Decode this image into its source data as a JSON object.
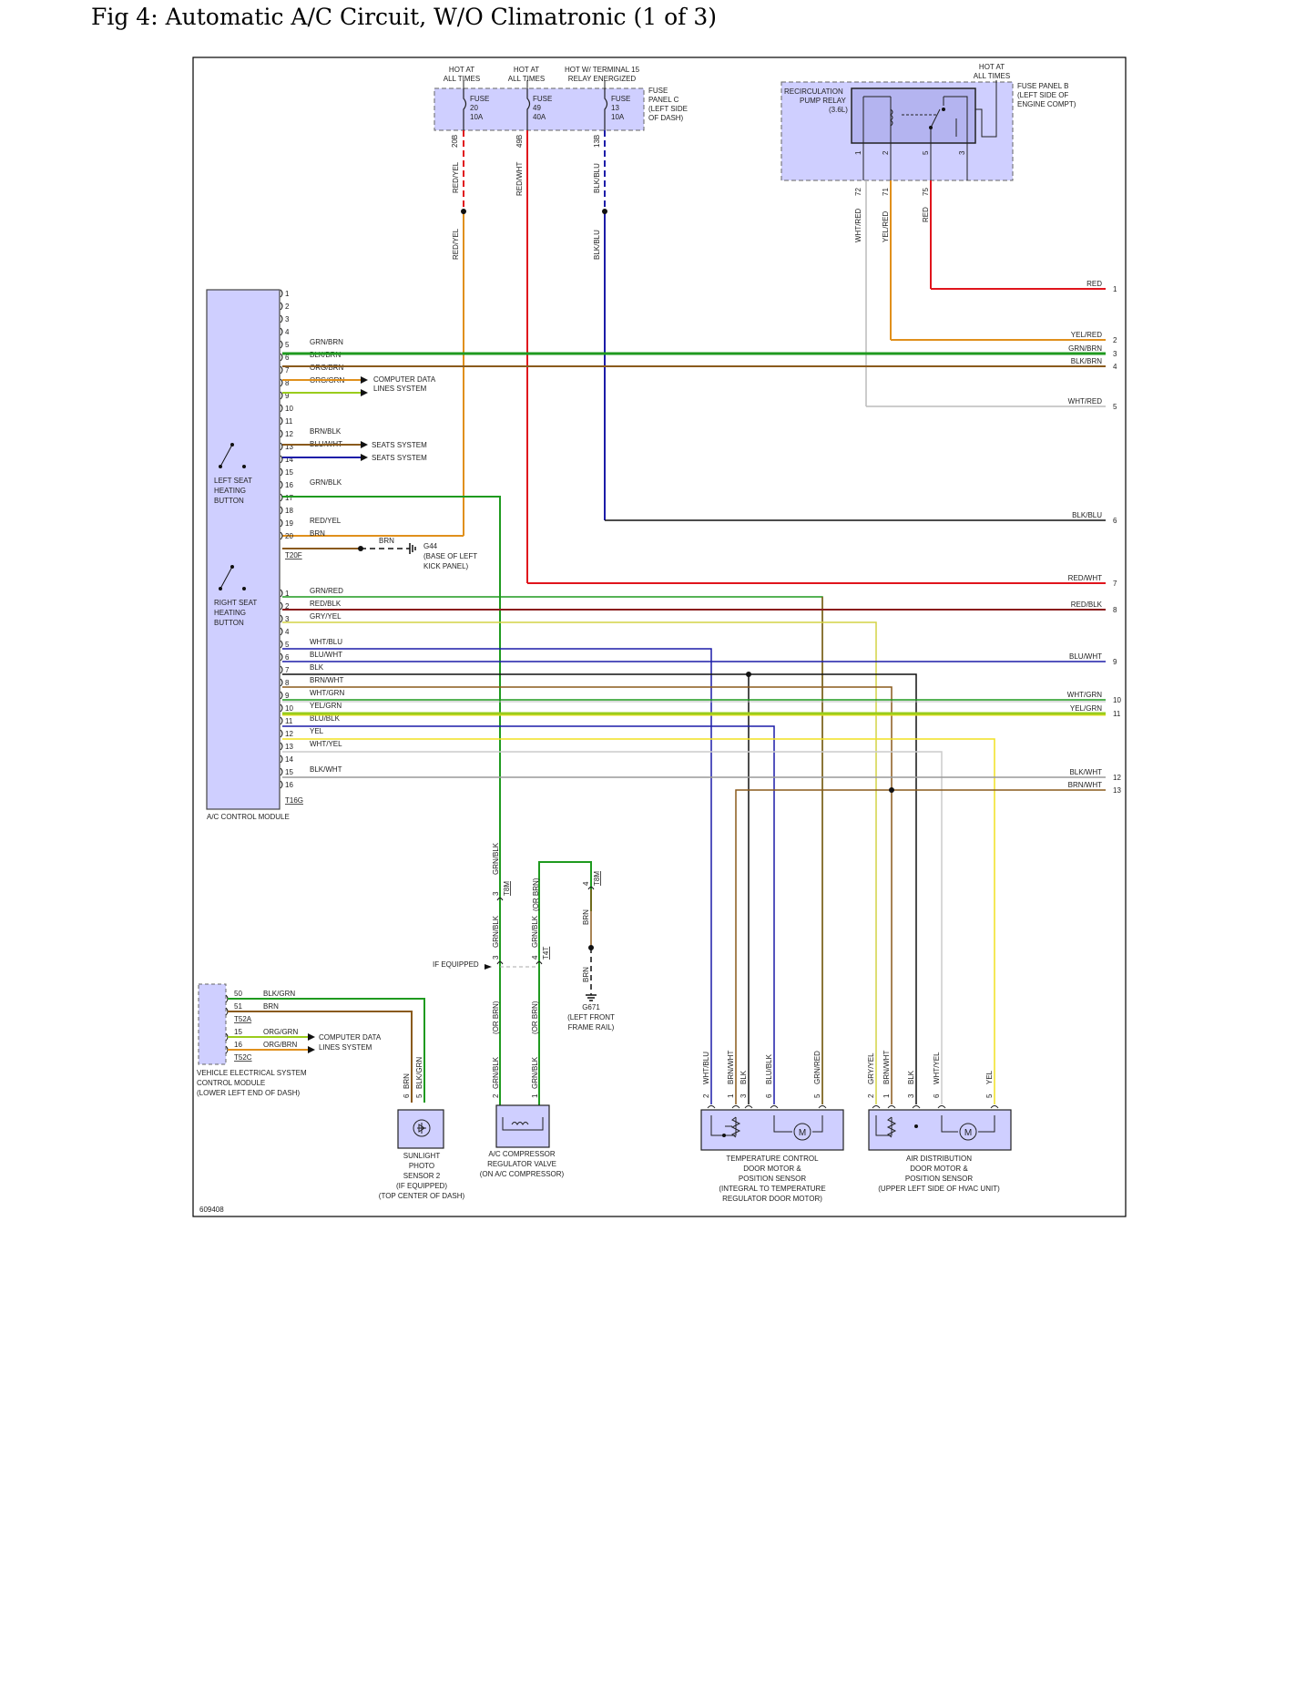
{
  "title": "Fig 4: Automatic A/C Circuit, W/O Climatronic (1 of 3)",
  "diagram_id": "609408",
  "colors": {
    "box_fill": "#cfcfff",
    "red": "#e0141c",
    "green": "#1f9a1f",
    "blue": "#1c1ca8",
    "orange": "#e0901c",
    "brown": "#8a5a1c",
    "yellow": "#f0e020",
    "yellowgreen": "#9acc1c",
    "gray": "#999999",
    "black": "#111111"
  },
  "fuse_panel_c": {
    "hot1": [
      "HOT AT",
      "ALL TIMES"
    ],
    "hot2": [
      "HOT AT",
      "ALL TIMES"
    ],
    "hot3": [
      "HOT W/ TERMINAL 15",
      "RELAY ENERGIZED"
    ],
    "fuses": [
      {
        "lines": [
          "FUSE",
          "20",
          "10A"
        ],
        "pin": "20B",
        "wire": "RED/YEL"
      },
      {
        "lines": [
          "FUSE",
          "49",
          "40A"
        ],
        "pin": "49B",
        "wire": "RED/WHT"
      },
      {
        "lines": [
          "FUSE",
          "13",
          "10A"
        ],
        "pin": "13B",
        "wire": "BLK/BLU"
      }
    ],
    "label": [
      "FUSE",
      "PANEL C",
      "(LEFT SIDE",
      "OF DASH)"
    ]
  },
  "fuse_panel_b": {
    "hot": [
      "HOT AT",
      "ALL TIMES"
    ],
    "relay": [
      "RECIRCULATION",
      "PUMP RELAY",
      "(3.6L)"
    ],
    "label": [
      "FUSE PANEL B",
      "(LEFT SIDE OF",
      "ENGINE COMPT)"
    ],
    "pins": [
      "1",
      "2",
      "5",
      "3"
    ],
    "conn": [
      "72",
      "71",
      "75"
    ],
    "wires": [
      "WHT/RED",
      "YEL/RED",
      "RED"
    ]
  },
  "offpage_upper": [
    {
      "n": "1",
      "wire": "RED"
    },
    {
      "n": "2",
      "wire": "YEL/RED"
    },
    {
      "n": "3",
      "wire": "GRN/BRN"
    },
    {
      "n": "4",
      "wire": "BLK/BRN"
    },
    {
      "n": "5",
      "wire": "WHT/RED"
    },
    {
      "n": "6",
      "wire": "BLK/BLU"
    },
    {
      "n": "7",
      "wire": "RED/WHT"
    },
    {
      "n": "8",
      "wire": "RED/BLK"
    },
    {
      "n": "9",
      "wire": "BLU/WHT"
    },
    {
      "n": "10",
      "wire": "WHT/GRN"
    },
    {
      "n": "11",
      "wire": "YEL/GRN"
    },
    {
      "n": "12",
      "wire": "BLK/WHT"
    },
    {
      "n": "13",
      "wire": "BRN/WHT"
    }
  ],
  "ac_module": {
    "label": "A/C CONTROL MODULE",
    "left_button": [
      "LEFT SEAT",
      "HEATING",
      "BUTTON"
    ],
    "right_button": [
      "RIGHT SEAT",
      "HEATING",
      "BUTTON"
    ],
    "conn_t20f": "T20F",
    "conn_t16g": "T16G",
    "t20f_pins": [
      {
        "n": "1",
        "wire": ""
      },
      {
        "n": "2",
        "wire": ""
      },
      {
        "n": "3",
        "wire": ""
      },
      {
        "n": "4",
        "wire": ""
      },
      {
        "n": "5",
        "wire": "GRN/BRN"
      },
      {
        "n": "6",
        "wire": "BLK/BRN"
      },
      {
        "n": "7",
        "wire": "ORG/BRN"
      },
      {
        "n": "8",
        "wire": "ORG/GRN"
      },
      {
        "n": "9",
        "wire": ""
      },
      {
        "n": "10",
        "wire": ""
      },
      {
        "n": "11",
        "wire": ""
      },
      {
        "n": "12",
        "wire": "BRN/BLK"
      },
      {
        "n": "13",
        "wire": "BLU/WHT"
      },
      {
        "n": "14",
        "wire": ""
      },
      {
        "n": "15",
        "wire": ""
      },
      {
        "n": "16",
        "wire": "GRN/BLK"
      },
      {
        "n": "17",
        "wire": ""
      },
      {
        "n": "18",
        "wire": ""
      },
      {
        "n": "19",
        "wire": "RED/YEL"
      },
      {
        "n": "20",
        "wire": "BRN"
      }
    ],
    "t16g_pins": [
      {
        "n": "1",
        "wire": "GRN/RED"
      },
      {
        "n": "2",
        "wire": "RED/BLK"
      },
      {
        "n": "3",
        "wire": "GRY/YEL"
      },
      {
        "n": "4",
        "wire": ""
      },
      {
        "n": "5",
        "wire": "WHT/BLU"
      },
      {
        "n": "6",
        "wire": "BLU/WHT"
      },
      {
        "n": "7",
        "wire": "BLK"
      },
      {
        "n": "8",
        "wire": "BRN/WHT"
      },
      {
        "n": "9",
        "wire": "WHT/GRN"
      },
      {
        "n": "10",
        "wire": "YEL/GRN"
      },
      {
        "n": "11",
        "wire": "BLU/BLK"
      },
      {
        "n": "12",
        "wire": "YEL"
      },
      {
        "n": "13",
        "wire": "WHT/YEL"
      },
      {
        "n": "14",
        "wire": ""
      },
      {
        "n": "15",
        "wire": "BLK/WHT"
      },
      {
        "n": "16",
        "wire": ""
      }
    ],
    "computer_data": [
      "COMPUTER DATA",
      "LINES SYSTEM"
    ],
    "seats1": "SEATS SYSTEM",
    "seats2": "SEATS SYSTEM"
  },
  "ground_g44": {
    "wire": "BRN",
    "label": [
      "G44",
      "(BASE OF LEFT",
      "KICK PANEL)"
    ]
  },
  "ground_g671": {
    "wire": "BRN",
    "label": [
      "G671",
      "(LEFT FRONT",
      "FRAME RAIL)"
    ]
  },
  "mid_connectors": {
    "t8m": "T8M",
    "t4t": "T4T",
    "pin3": "3",
    "pin4": "4",
    "grnblk": "GRN/BLK",
    "or_brn": "(OR BRN)",
    "brn": "BRN",
    "if_equipped": "IF EQUIPPED"
  },
  "vescm": {
    "pins": [
      {
        "n": "50",
        "wire": "BLK/GRN"
      },
      {
        "n": "51",
        "wire": "BRN"
      },
      {
        "n": "15",
        "wire": "ORG/GRN"
      },
      {
        "n": "16",
        "wire": "ORG/BRN"
      }
    ],
    "conn1": "T52A",
    "conn2": "T52C",
    "computer_data": [
      "COMPUTER DATA",
      "LINES SYSTEM"
    ],
    "label": [
      "VEHICLE ELECTRICAL SYSTEM",
      "CONTROL MODULE",
      "(LOWER LEFT END OF DASH)"
    ]
  },
  "sunlight_sensor": {
    "label": [
      "SUNLIGHT",
      "PHOTO",
      "SENSOR 2",
      "(IF EQUIPPED)",
      "(TOP CENTER OF DASH)"
    ],
    "pins": [
      {
        "n": "6",
        "wire": "BRN"
      },
      {
        "n": "5",
        "wire": "BLK/GRN"
      }
    ]
  },
  "compressor_valve": {
    "label": [
      "A/C COMPRESSOR",
      "REGULATOR VALVE",
      "(ON A/C COMPRESSOR)"
    ],
    "pins": [
      {
        "n": "2",
        "wire": "GRN/BLK"
      },
      {
        "n": "1",
        "wire": "GRN/BLK"
      }
    ]
  },
  "temp_motor": {
    "label": [
      "TEMPERATURE CONTROL",
      "DOOR MOTOR &",
      "POSITION SENSOR",
      "(INTEGRAL TO TEMPERATURE",
      "REGULATOR DOOR MOTOR)"
    ],
    "pins": [
      {
        "n": "2",
        "wire": "WHT/BLU"
      },
      {
        "n": "1",
        "wire": "BRN/WHT"
      },
      {
        "n": "3",
        "wire": "BLK"
      },
      {
        "n": "6",
        "wire": "BLU/BLK"
      },
      {
        "n": "5",
        "wire": "GRN/RED"
      }
    ]
  },
  "air_motor": {
    "label": [
      "AIR DISTRIBUTION",
      "DOOR MOTOR &",
      "POSITION SENSOR",
      "(UPPER LEFT SIDE OF HVAC UNIT)"
    ],
    "pins": [
      {
        "n": "2",
        "wire": "GRY/YEL"
      },
      {
        "n": "1",
        "wire": "BRN/WHT"
      },
      {
        "n": "3",
        "wire": "BLK"
      },
      {
        "n": "6",
        "wire": "WHT/YEL"
      },
      {
        "n": "5",
        "wire": "YEL"
      }
    ]
  },
  "motor_symbol": "M"
}
